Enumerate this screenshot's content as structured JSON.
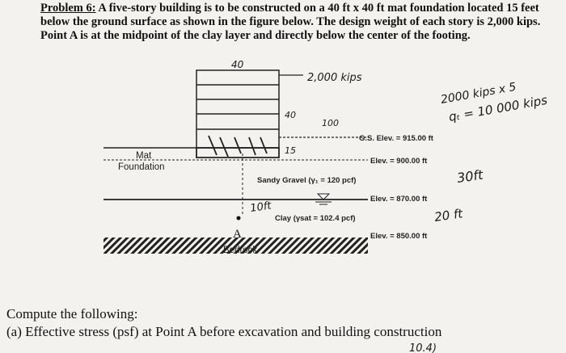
{
  "problem": {
    "label": "Problem 6:",
    "text": "A five-story building is to be constructed on a 40 ft x 40 ft mat foundation located 15 feet below the ground surface as shown in the figure below. The design weight of each story is 2,000 kips. Point A is at the midpoint of the clay layer and directly below the center of the footing."
  },
  "figure": {
    "mat_label_1": "Mat",
    "mat_label_2": "Foundation",
    "gs_elev": "G.S. Elev. = 915.00 ft",
    "elev_900": "Elev. = 900.00 ft",
    "elev_870": "Elev. = 870.00 ft",
    "elev_850": "Elev. = 850.00 ft",
    "sandy_gravel": "Sandy Gravel (γ₁ = 120 pcf)",
    "clay": "Clay (γsat = 102.4 pcf)",
    "point_a": "A",
    "bedrock": "Bedrock"
  },
  "handwriting": {
    "top_width": "40",
    "load": "2,000 kips",
    "inner_40": "40",
    "inner_100": "100",
    "depth_15": "15",
    "side_1": "2000 kips x 5",
    "side_2": "qₜ = 10 000 kips",
    "h_30": "30ft",
    "h_20": "20 ft",
    "h_10": "10ft",
    "bottom_scrawl": "10.4)"
  },
  "compute": {
    "heading": "Compute the following:",
    "item_a": "(a) Effective stress (psf) at Point A before excavation and building construction"
  }
}
